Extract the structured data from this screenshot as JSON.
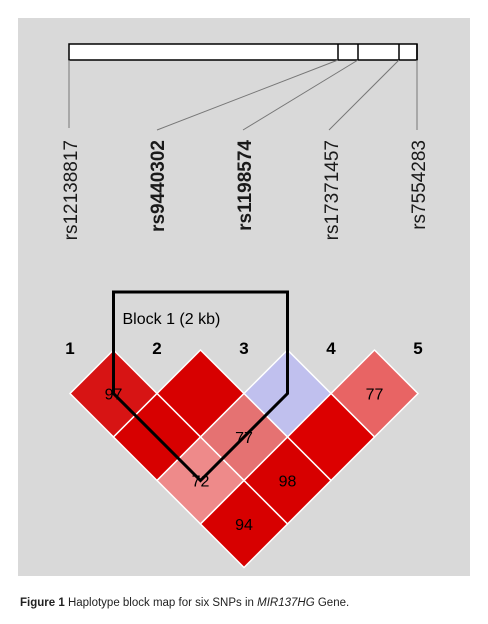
{
  "snps": [
    {
      "index": "1",
      "id": "rs12138817",
      "bold": false
    },
    {
      "index": "2",
      "id": "rs9440302",
      "bold": true
    },
    {
      "index": "3",
      "id": "rs1198574",
      "bold": true
    },
    {
      "index": "4",
      "id": "rs17371457",
      "bold": false
    },
    {
      "index": "5",
      "id": "rs7554283",
      "bold": false
    }
  ],
  "block": {
    "label": "Block 1 (2 kb)",
    "from": 2,
    "to": 3
  },
  "ld_matrix": [
    {
      "i": 1,
      "j": 2,
      "value": "97",
      "color": "#d71414"
    },
    {
      "i": 2,
      "j": 3,
      "value": "",
      "color": "#d70000"
    },
    {
      "i": 3,
      "j": 4,
      "value": "",
      "color": "#c0c0ee"
    },
    {
      "i": 4,
      "j": 5,
      "value": "77",
      "color": "#e86464"
    },
    {
      "i": 1,
      "j": 3,
      "value": "",
      "color": "#d70000"
    },
    {
      "i": 2,
      "j": 4,
      "value": "77",
      "color": "#e57272"
    },
    {
      "i": 3,
      "j": 5,
      "value": "",
      "color": "#dc0000"
    },
    {
      "i": 1,
      "j": 4,
      "value": "72",
      "color": "#ee8a8a"
    },
    {
      "i": 2,
      "j": 5,
      "value": "98",
      "color": "#d70000"
    },
    {
      "i": 1,
      "j": 5,
      "value": "94",
      "color": "#d70000"
    }
  ],
  "caption": {
    "label": "Figure 1",
    "text_before": "Haplotype block map for six SNPs in ",
    "gene": "MIR137HG",
    "text_after": " Gene."
  }
}
